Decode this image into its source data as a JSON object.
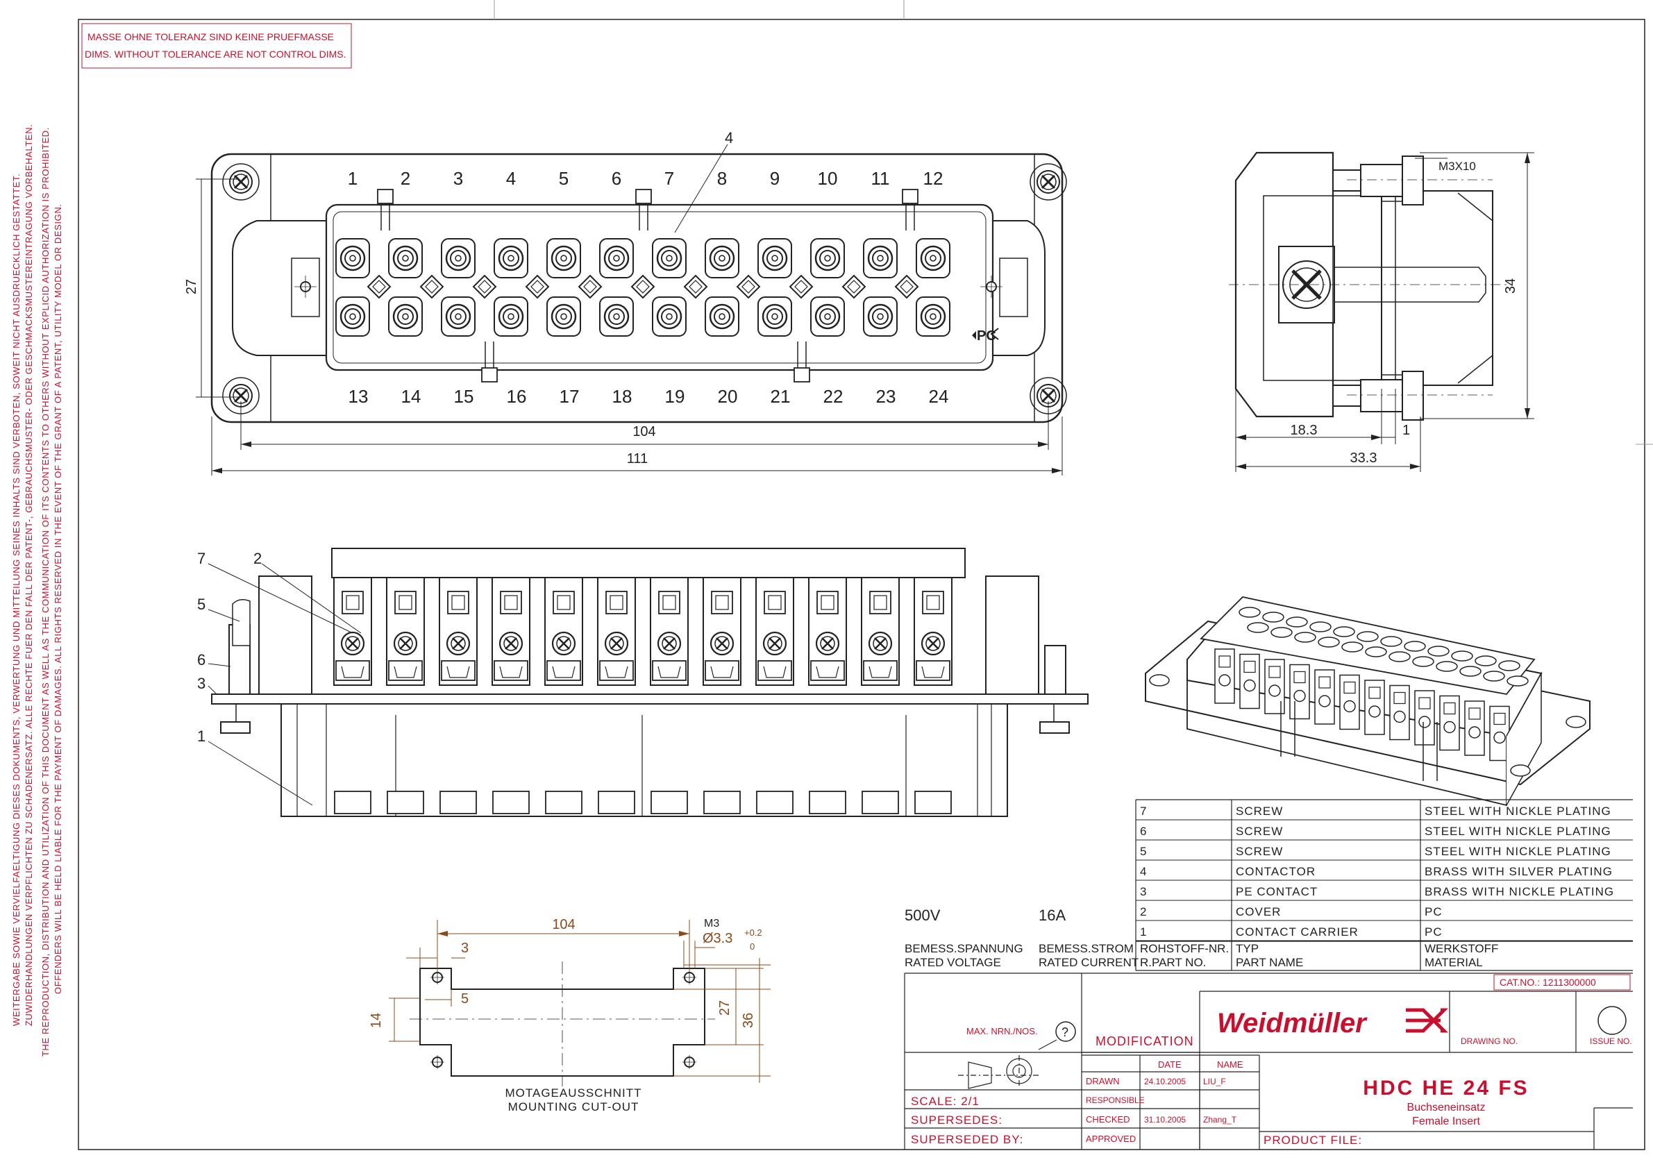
{
  "tolerance_note": {
    "line1": "MASSE OHNE TOLERANZ SIND KEINE PRUEFMASSE",
    "line2": "DIMS. WITHOUT TOLERANCE ARE NOT CONTROL DIMS."
  },
  "copyright_note": {
    "line1": "WEITERGABE SOWIE VERVIELFAELTIGUNG DIESES DOKUMENTS, VERWERTUNG UND MITTEILUNG SEINES INHALTS SIND VERBOTEN, SOWEIT NICHT AUSDRUECKLICH GESTATTET.",
    "line2": "ZUWIDERHANDLUNGEN VERPFLICHTEN ZU SCHADENERSATZ. ALLE RECHTE FUER DEN FALL DER PATENT-, GEBRAUCHSMUSTER- ODER GESCHMACKSMUSTEREINTRAGUNG VORBEHALTEN.",
    "line3": "THE REPRODUCTION, DISTRIBUTION AND UTILIZATION OF THIS DOCUMENT AS WELL AS THE COMMUNICATION OF ITS CONTENTS TO OTHERS WITHOUT EXPLICID AUTHORIZATION IS PROHIBITED.",
    "line4": "OFFENDERS WILL BE HELD LIABLE FOR THE PAYMENT OF DAMAGES. ALL RIGHTS RESERVED IN THE EVENT OF THE GRANT OF A PATENT, UTILITY MODEL OR DESIGN."
  },
  "front_view": {
    "top_numbers": [
      "1",
      "2",
      "3",
      "4",
      "5",
      "6",
      "7",
      "8",
      "9",
      "10",
      "11",
      "12"
    ],
    "bottom_numbers": [
      "13",
      "14",
      "15",
      "16",
      "17",
      "18",
      "19",
      "20",
      "21",
      "22",
      "23",
      "24"
    ],
    "callout": "4",
    "pe_mark": "PC",
    "dim_height": "27",
    "dim_inner": "104",
    "dim_outer": "111"
  },
  "side_view": {
    "screw_label": "M3X10",
    "dim_height": "34",
    "dim_depth": "18.3",
    "dim_gap": "1",
    "dim_total": "33.3"
  },
  "bottom_view": {
    "callouts": [
      "7",
      "2",
      "5",
      "6",
      "3",
      "1"
    ]
  },
  "cutout": {
    "dim_width": "104",
    "dim_edge": "3",
    "dim_step": "5",
    "dim_side": "14",
    "dim_inner_h": "27",
    "dim_outer_h": "36",
    "thread": "M3",
    "hole": "Ø3.3",
    "tol_plus": "+0.2",
    "tol_zero": "0",
    "caption_de": "MOTAGEAUSSCHNITT",
    "caption_en": "MOUNTING CUT-OUT"
  },
  "ratings": {
    "voltage_value": "500V",
    "current_value": "16A",
    "voltage_de": "BEMESS.SPANNUNG",
    "voltage_en": "RATED VOLTAGE",
    "current_de": "BEMESS.STROM",
    "current_en": "RATED CURRENT"
  },
  "parts_list": {
    "rows": [
      {
        "pos": "7",
        "name": "SCREW",
        "material": "STEEL WITH NICKLE PLATING"
      },
      {
        "pos": "6",
        "name": "SCREW",
        "material": "STEEL WITH NICKLE PLATING"
      },
      {
        "pos": "5",
        "name": "SCREW",
        "material": "STEEL WITH NICKLE PLATING"
      },
      {
        "pos": "4",
        "name": "CONTACTOR",
        "material": "BRASS WITH SILVER PLATING"
      },
      {
        "pos": "3",
        "name": "PE CONTACT",
        "material": "BRASS WITH NICKLE PLATING"
      },
      {
        "pos": "2",
        "name": "COVER",
        "material": "PC"
      },
      {
        "pos": "1",
        "name": "CONTACT CARRIER",
        "material": "PC"
      }
    ],
    "header_part_de": "ROHSTOFF-NR.",
    "header_part_en": "R.PART NO.",
    "header_type_de": "TYP",
    "header_type_en": "PART NAME",
    "header_mat_de": "WERKSTOFF",
    "header_mat_en": "MATERIAL"
  },
  "title_block": {
    "cat_no": "CAT.NO.: 1211300000",
    "brand": "Weidmüller",
    "drawing_no_label": "DRAWING NO.",
    "issue_no_label": "ISSUE NO.",
    "max_nrn_label": "MAX. NRN./NOS.",
    "question_mark": "?",
    "modification_label": "MODIFICATION",
    "date_label": "DATE",
    "name_label": "NAME",
    "drawn_label": "DRAWN",
    "drawn_date": "24.10.2005",
    "drawn_name": "LIU_F",
    "responsible_label": "RESPONSIBLE",
    "checked_label": "CHECKED",
    "checked_date": "31.10.2005",
    "checked_name": "Zhang_T",
    "approved_label": "APPROVED",
    "scale_label": "SCALE: 2/1",
    "supersedes_label": "SUPERSEDES:",
    "superseded_by_label": "SUPERSEDED BY:",
    "product_file_label": "PRODUCT FILE:",
    "product_title": "HDC HE 24 FS",
    "product_sub_de": "Buchseneinsatz",
    "product_sub_en": "Female Insert"
  },
  "colors": {
    "brand_red": "#c8102e",
    "line": "#222222",
    "dim_brown": "#8a4a1a"
  }
}
